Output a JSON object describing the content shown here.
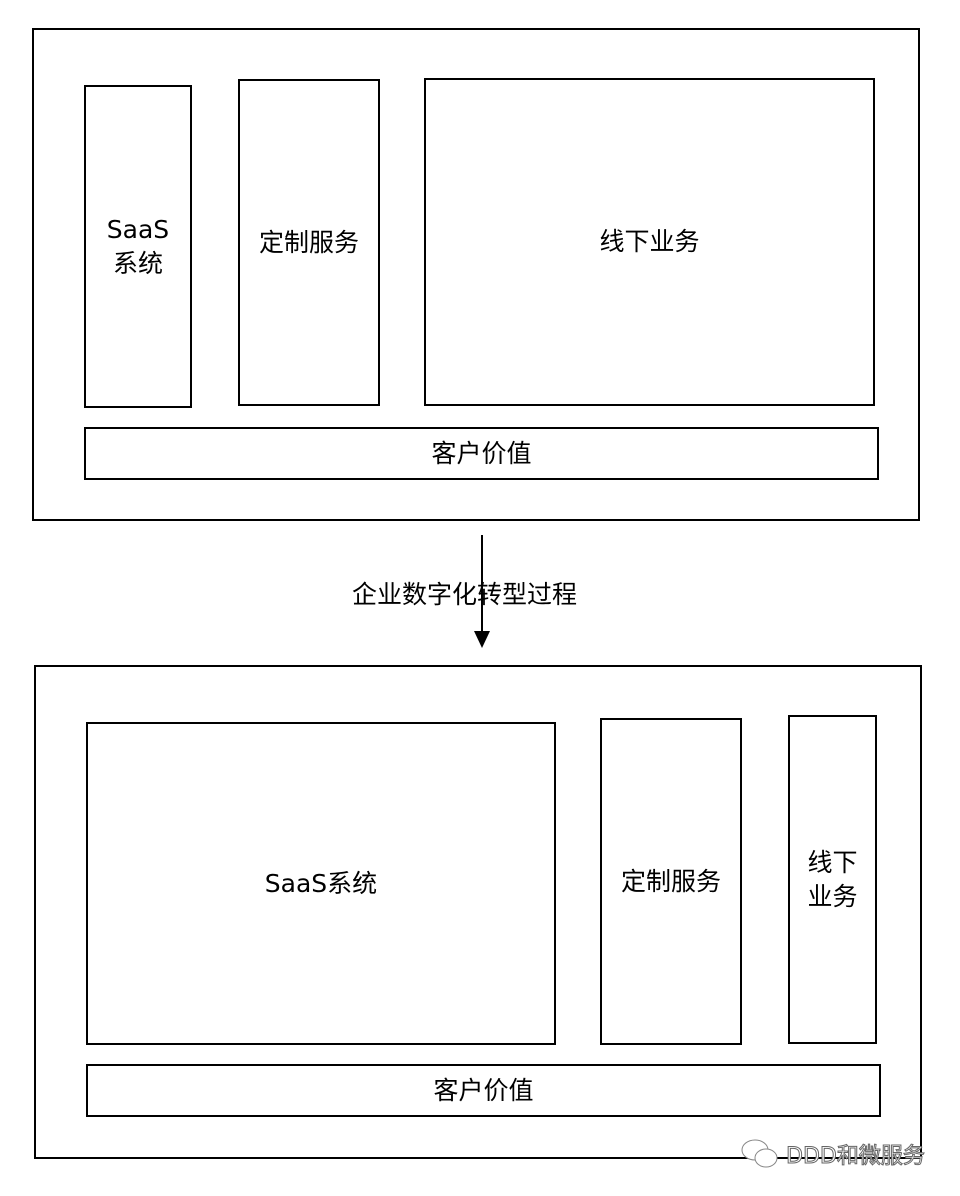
{
  "before": {
    "saas": "SaaS\n系统",
    "custom": "定制服务",
    "offline": "线下业务",
    "value": "客户价值"
  },
  "transition": "企业数字化转型过程",
  "after": {
    "saas": "SaaS系统",
    "custom": "定制服务",
    "offline": "线下\n业务",
    "value": "客户价值"
  },
  "watermark": "DDD和微服务"
}
